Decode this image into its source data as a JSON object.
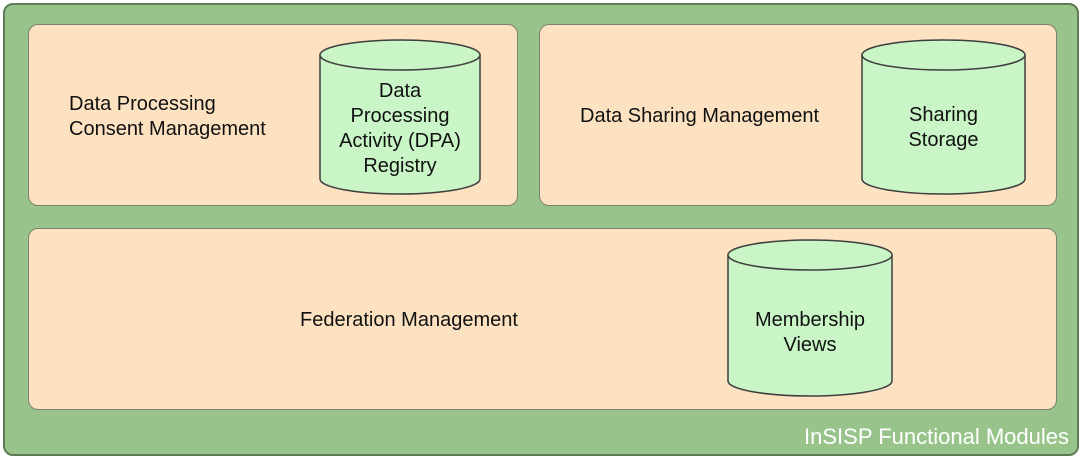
{
  "diagram": {
    "caption": "InSISP Functional Modules",
    "colors": {
      "outer_fill": "#98c48b",
      "panel_fill": "#fde2c1",
      "storage_fill": "#c9f5c7",
      "caption_text": "#ffffff"
    },
    "modules": [
      {
        "label_lines": [
          "Data Processing",
          "Consent Management"
        ],
        "storage": {
          "label_lines": [
            "Data",
            "Processing",
            "Activity (DPA)",
            "Registry"
          ]
        }
      },
      {
        "label_lines": [
          "Data Sharing Management"
        ],
        "storage": {
          "label_lines": [
            "Sharing",
            "Storage"
          ]
        }
      },
      {
        "label_lines": [
          "Federation Management"
        ],
        "storage": {
          "label_lines": [
            "Membership",
            "Views"
          ]
        }
      }
    ]
  }
}
